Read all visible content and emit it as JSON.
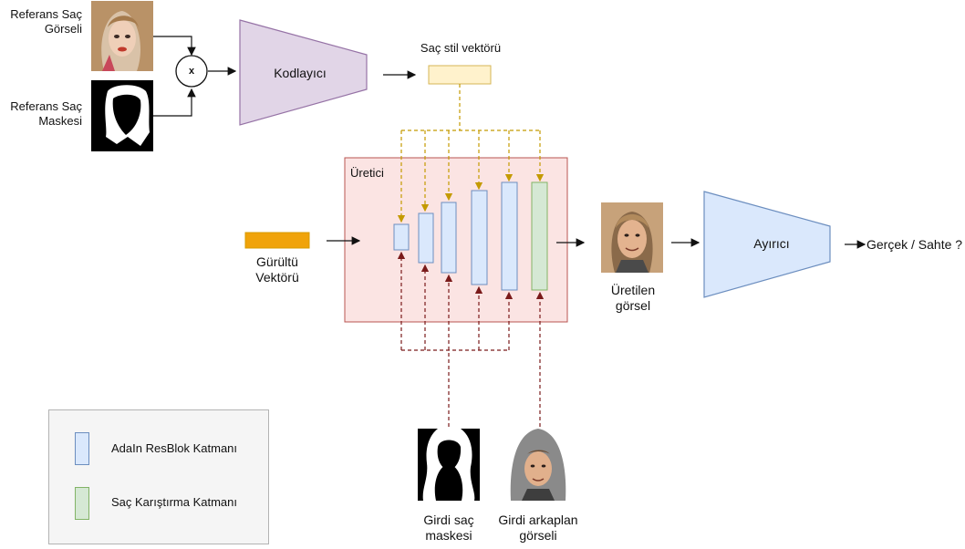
{
  "labels": {
    "ref_hair_image": [
      "Referans Saç",
      "Görseli"
    ],
    "ref_hair_mask": [
      "Referans Saç",
      "Maskesi"
    ],
    "multiply": "x",
    "encoder": "Kodlayıcı",
    "style_vector": "Saç stil vektörü",
    "generator": "Üretici",
    "noise_vector": [
      "Gürültü",
      "Vektörü"
    ],
    "generated_image": [
      "Üretilen",
      "görsel"
    ],
    "discriminator": "Ayırıcı",
    "output": "Gerçek / Sahte ?",
    "input_hair_mask": [
      "Girdi saç",
      "maskesi"
    ],
    "input_background": [
      "Girdi arkaplan",
      "görseli"
    ]
  },
  "legend": {
    "adain": "AdaIn ResBlok Katmanı",
    "hair_blend": "Saç Karıştırma Katmanı"
  },
  "colors": {
    "encoder_fill": "#e1d5e7",
    "encoder_stroke": "#9673a6",
    "discriminator_fill": "#dae8fc",
    "discriminator_stroke": "#6c8ebf",
    "generator_fill": "#f8cecc",
    "generator_stroke": "#b85450",
    "adain_fill": "#dae8fc",
    "adain_stroke": "#6c8ebf",
    "blend_fill": "#d5e8d4",
    "blend_stroke": "#82b366",
    "style_fill": "#fff2cc",
    "style_stroke": "#d6b656",
    "noise_fill": "#f0a30a",
    "style_arrow": "#c49a00",
    "mask_arrow": "#7a1a1a"
  }
}
